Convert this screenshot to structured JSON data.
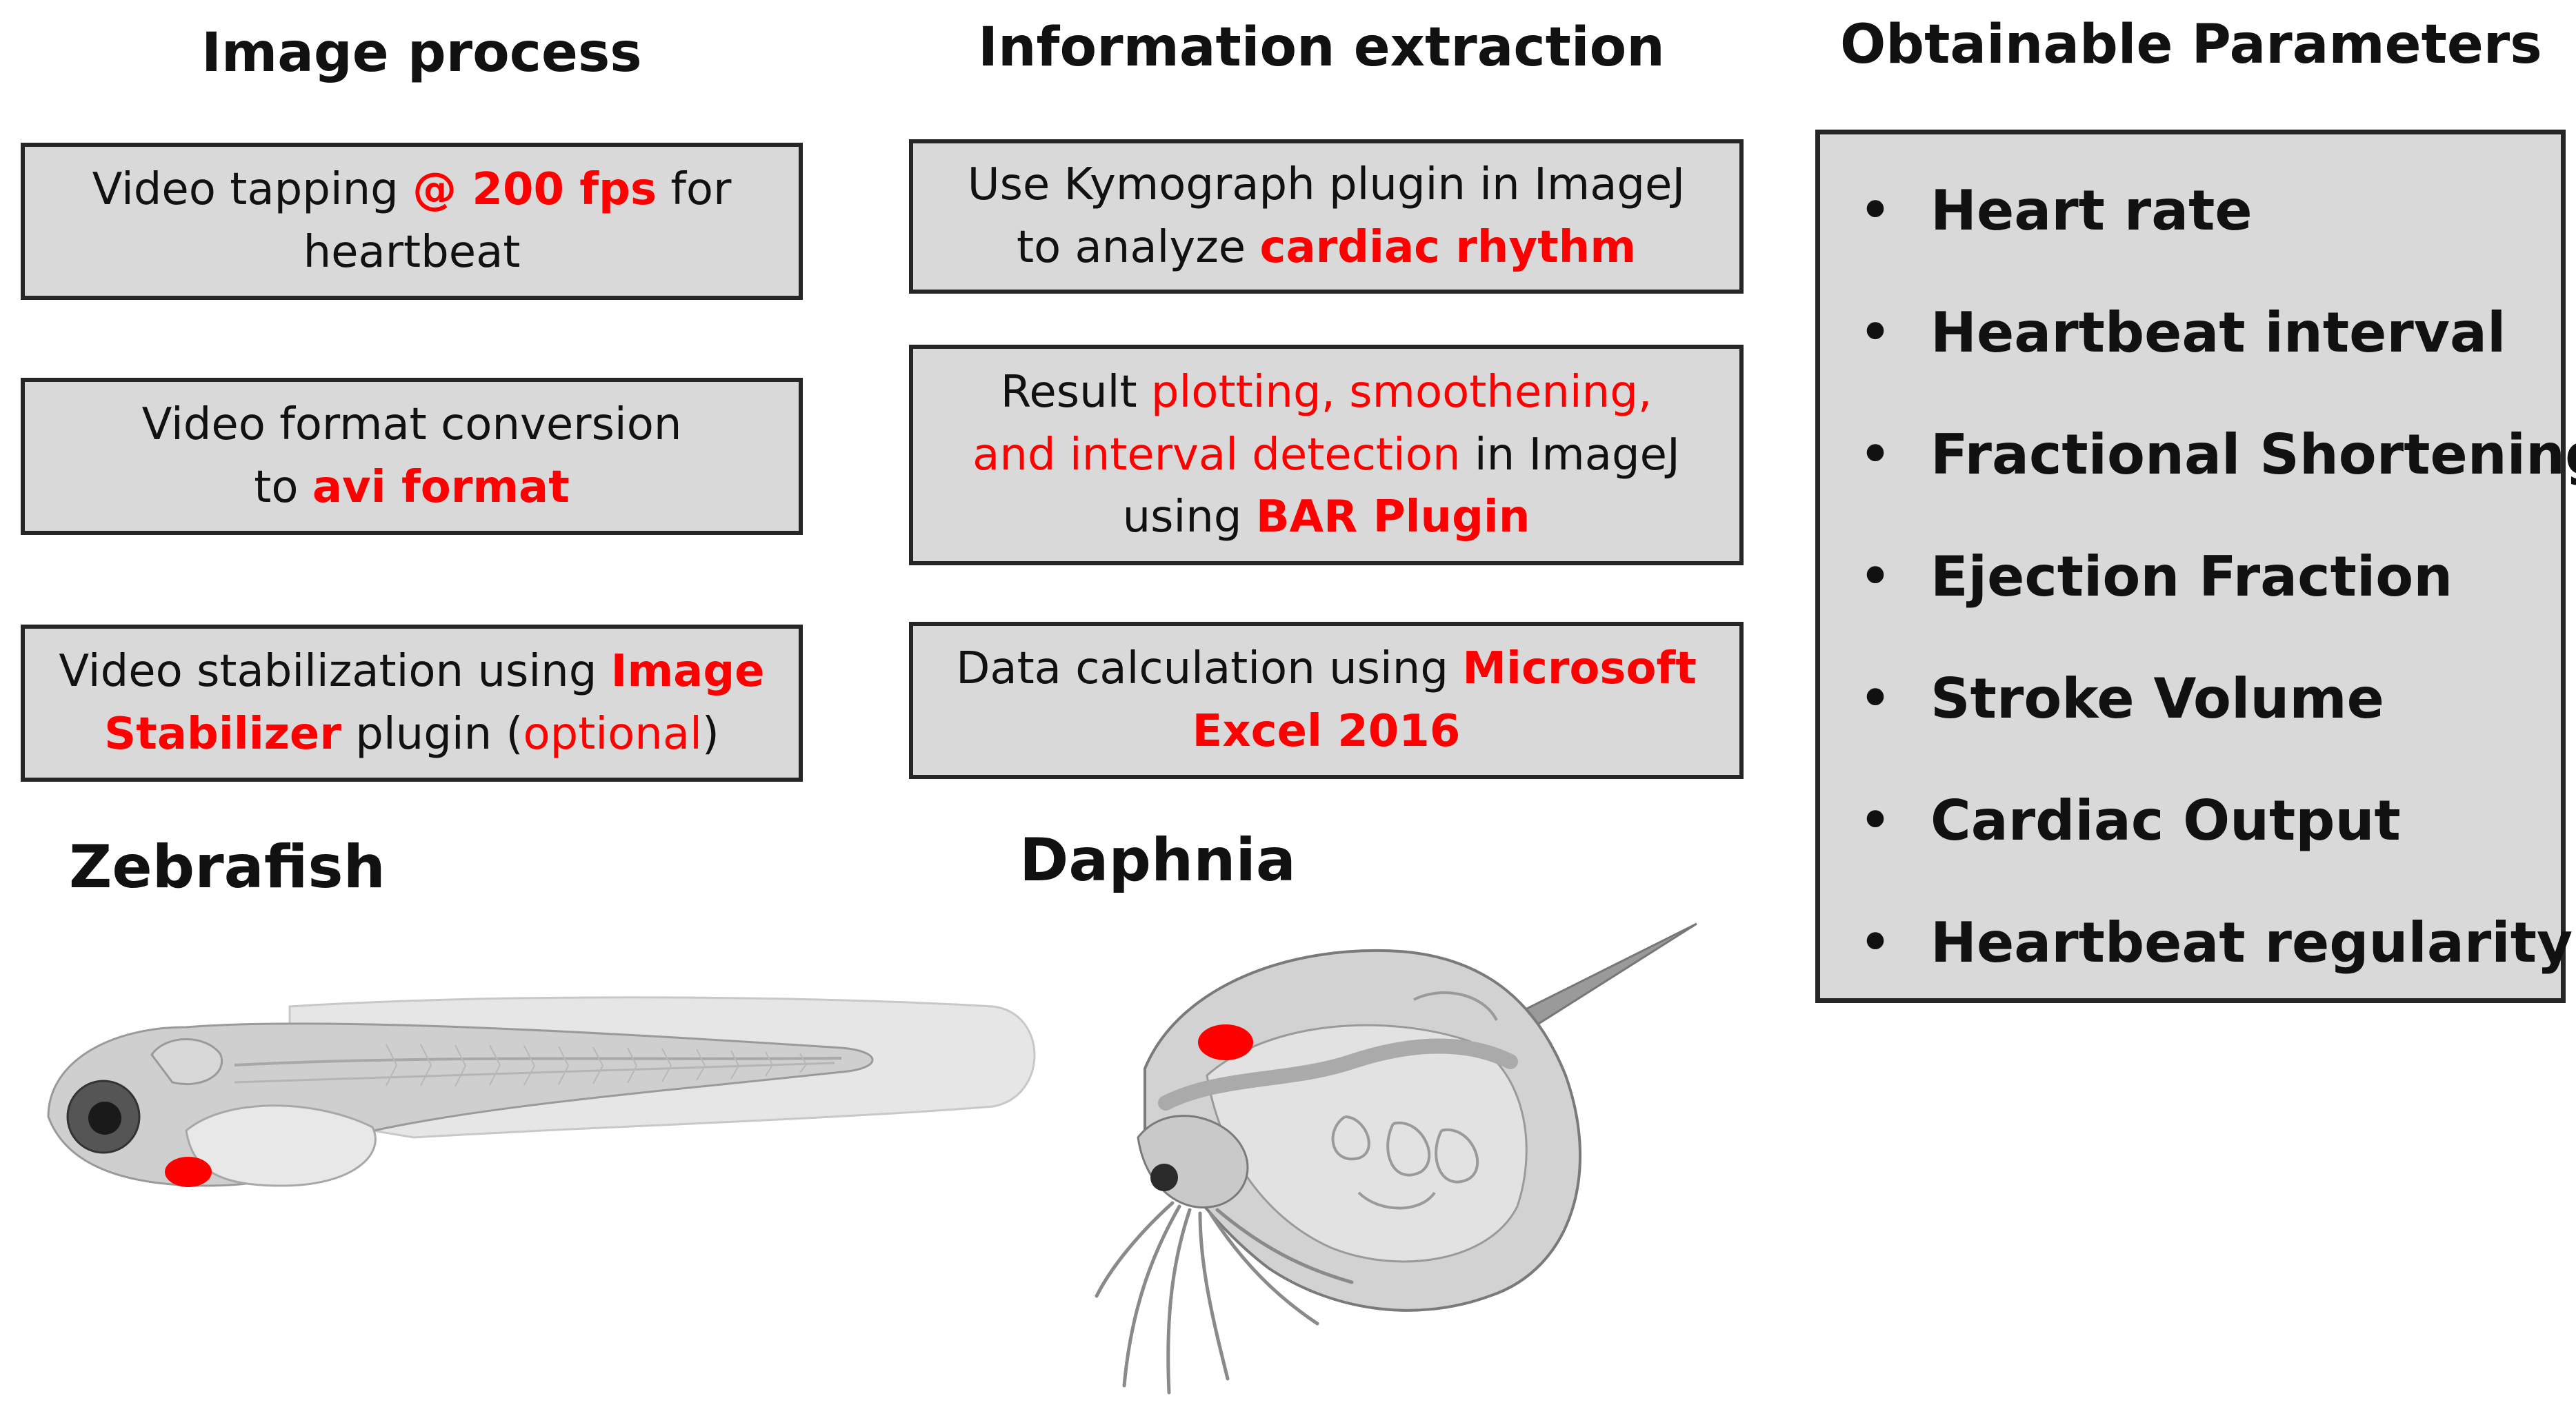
{
  "columns": {
    "image_process": {
      "heading": "Image process",
      "steps": [
        {
          "parts": [
            {
              "t": "Video tapping "
            },
            {
              "t": "@ 200 fps",
              "red": true,
              "bold": true
            },
            {
              "t": " for"
            }
          ],
          "line2": [
            {
              "t": "heartbeat"
            }
          ]
        },
        {
          "parts": [
            {
              "t": "Video format conversion"
            }
          ],
          "line2": [
            {
              "t": "to "
            },
            {
              "t": "avi format",
              "red": true,
              "bold": true
            }
          ]
        },
        {
          "parts": [
            {
              "t": "Video stabilization using "
            },
            {
              "t": "Image",
              "red": true,
              "bold": true
            }
          ],
          "line2": [
            {
              "t": "Stabilizer",
              "red": true,
              "bold": true
            },
            {
              "t": " plugin ("
            },
            {
              "t": "optional",
              "red": true
            },
            {
              "t": ")"
            }
          ]
        }
      ]
    },
    "information_extraction": {
      "heading": "Information extraction",
      "steps": [
        {
          "lines": [
            [
              {
                "t": "Use Kymograph plugin in ImageJ"
              }
            ],
            [
              {
                "t": "to analyze "
              },
              {
                "t": "cardiac rhythm",
                "red": true,
                "bold": true
              }
            ]
          ]
        },
        {
          "lines": [
            [
              {
                "t": "Result "
              },
              {
                "t": "plotting, smoothening,",
                "red": true
              }
            ],
            [
              {
                "t": "and interval detection",
                "red": true
              },
              {
                "t": " in ImageJ"
              }
            ],
            [
              {
                "t": "using "
              },
              {
                "t": "BAR Plugin",
                "red": true,
                "bold": true
              }
            ]
          ]
        },
        {
          "lines": [
            [
              {
                "t": "Data calculation using "
              },
              {
                "t": "Microsoft",
                "red": true,
                "bold": true
              }
            ],
            [
              {
                "t": "Excel 2016",
                "red": true,
                "bold": true
              }
            ]
          ]
        }
      ]
    },
    "obtainable_parameters": {
      "heading": "Obtainable Parameters",
      "bullet": "•",
      "items": [
        "Heart rate",
        "Heartbeat interval",
        "Fractional Shortening",
        "Ejection Fraction",
        "Stroke Volume",
        "Cardiac Output",
        "Heartbeat regularity"
      ]
    }
  },
  "animals": {
    "zebrafish_label": "Zebrafish",
    "daphnia_label": "Daphnia"
  },
  "colors": {
    "highlight": "#ff0000",
    "box_fill": "#d9d9d9",
    "box_border": "#262626"
  }
}
